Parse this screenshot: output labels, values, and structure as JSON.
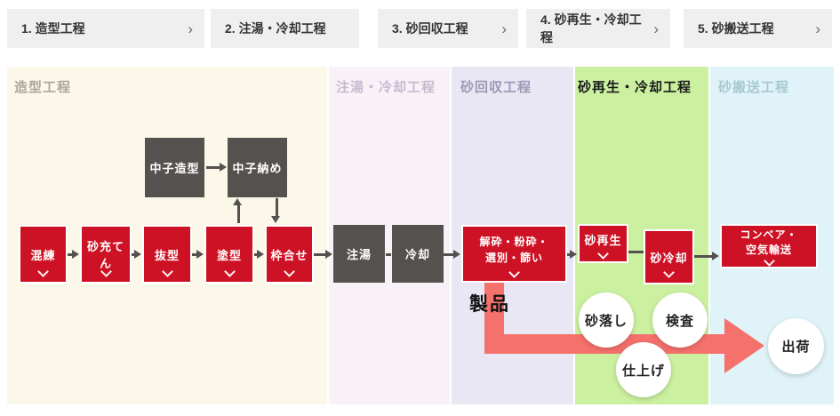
{
  "tabs": [
    {
      "label": "1. 造型工程",
      "chevron": "›"
    },
    {
      "label": "2. 注湯・冷却工程"
    },
    {
      "label": "3. 砂回収工程",
      "chevron": "›"
    },
    {
      "label": "4. 砂再生・冷却工程",
      "chevron": "›"
    },
    {
      "label": "5. 砂搬送工程",
      "chevron": "›"
    }
  ],
  "sections": [
    {
      "label": "造型工程",
      "bg": "#FBF8E9",
      "label_color": "#ABA69B"
    },
    {
      "label": "注湯・冷却工程",
      "bg": "#F8F2F8",
      "label_color": "#C5BBCF"
    },
    {
      "label": "砂回収工程",
      "bg": "#E9E7F3",
      "label_color": "#9B99B5"
    },
    {
      "label": "砂再生・冷却工程",
      "bg": "#CBF0A0",
      "label_color": "#1A1A1A"
    },
    {
      "label": "砂搬送工程",
      "bg": "#DFF3F8",
      "label_color": "#A9C8D2"
    }
  ],
  "boxes": {
    "kneading": "混練",
    "sand_filling": "砂充てん",
    "mold_stripping": "抜型",
    "coating": "塗型",
    "mold_assembly": "枠合せ",
    "core_molding": "中子造型",
    "core_setting": "中子納め",
    "pouring": "注湯",
    "cooling": "冷却",
    "crushing_line1": "解砕・粉砕・",
    "crushing_line2": "選別・篩い",
    "sand_reclamation": "砂再生",
    "sand_cooling": "砂冷却",
    "conveyor_line1": "コンベア・",
    "conveyor_line2": "空気輸送"
  },
  "labels": {
    "product": "製品"
  },
  "circles": {
    "shakeout": "砂落し",
    "inspection": "検査",
    "finishing": "仕上げ",
    "shipping": "出荷"
  },
  "colors": {
    "red_box": "#CE1225",
    "dark_box": "#54514E",
    "connector_arrow": "#54514E",
    "product_flow_arrow": "#F5716C",
    "tab_bg": "#EFEFEF",
    "section_molding_bg": "#FBF8E9",
    "section_pouring_bg": "#F8F2F8",
    "section_recovery_bg": "#E9E7F3",
    "section_reclaim_bg": "#CBF0A0",
    "section_transport_bg": "#DFF3F8"
  }
}
